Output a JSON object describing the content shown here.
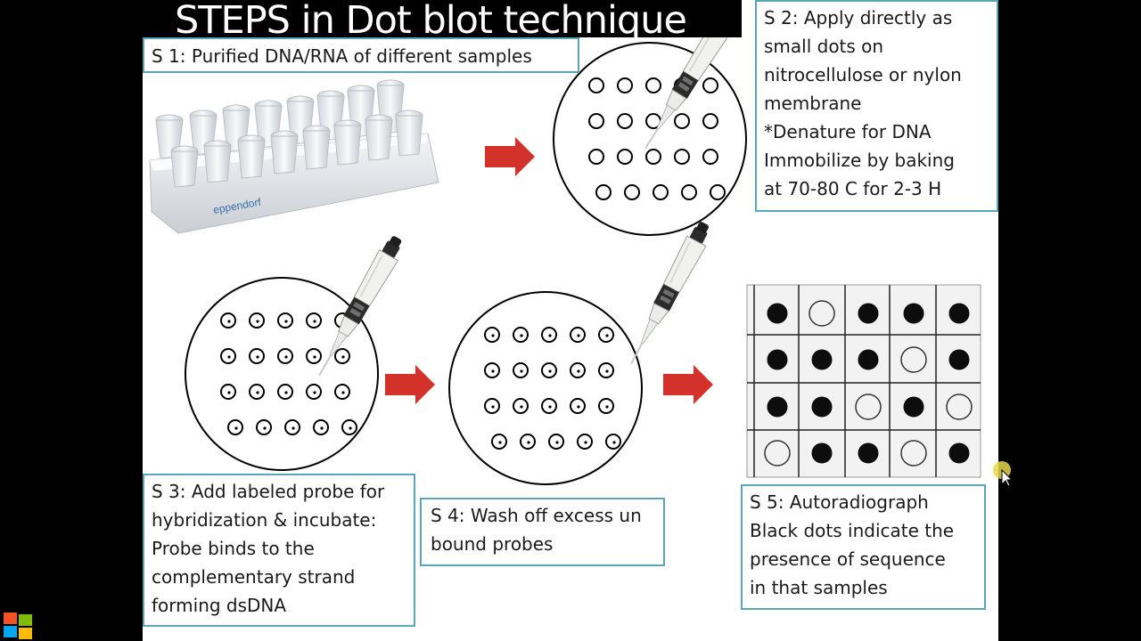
{
  "title": "STEPS in Dot blot technique",
  "steps": {
    "s1": [
      "S 1: Purified DNA/RNA of different samples"
    ],
    "s2": [
      "S 2: Apply directly as",
      "small dots on",
      "nitrocellulose or nylon",
      "membrane",
      "*Denature for DNA",
      "Immobilize by baking",
      "at 70-80 C for 2-3 H"
    ],
    "s3": [
      "S 3: Add labeled probe for",
      "hybridization & incubate:",
      "Probe binds to the",
      "complementary strand",
      "forming dsDNA"
    ],
    "s4": [
      "S 4: Wash off excess un",
      "bound probes"
    ],
    "s5": [
      "S 5: Autoradiograph",
      "Black dots indicate the",
      "presence of sequence",
      "in that samples"
    ]
  },
  "rack_label": "eppendorf",
  "autoradiograph_grid": [
    [
      1,
      0,
      1,
      1,
      1
    ],
    [
      1,
      1,
      1,
      0,
      1
    ],
    [
      1,
      1,
      0,
      1,
      0
    ],
    [
      0,
      1,
      1,
      0,
      1
    ]
  ],
  "colors": {
    "accent_border": "#5aa6b8",
    "arrow": "#d3322a",
    "cursor_highlight": "#e8d84a"
  },
  "icons": [
    "pipette-icon",
    "arrow-right-icon",
    "tube-rack-image",
    "windows-logo-icon",
    "mouse-cursor-icon"
  ]
}
